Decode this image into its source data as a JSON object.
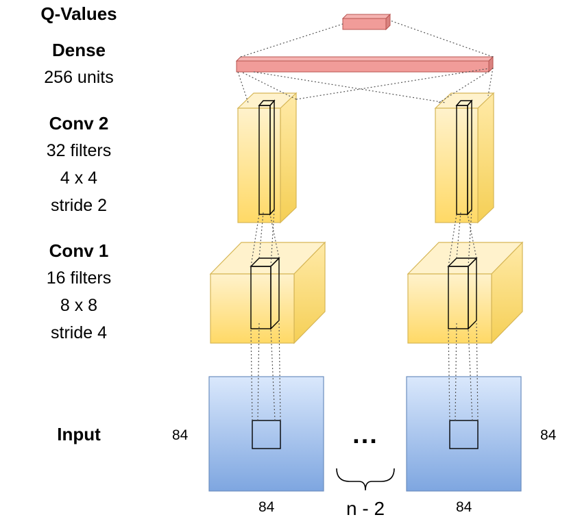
{
  "layers": {
    "qvalues": {
      "title": "Q-Values"
    },
    "dense": {
      "title": "Dense",
      "units": "256 units"
    },
    "conv2": {
      "title": "Conv 2",
      "filters": "32 filters",
      "kernel": "4 x 4",
      "stride": "stride 2"
    },
    "conv1": {
      "title": "Conv 1",
      "filters": "16 filters",
      "kernel": "8 x 8",
      "stride": "stride 4"
    },
    "input": {
      "title": "Input"
    }
  },
  "input_dims": {
    "left_height": "84",
    "left_width": "84",
    "right_height": "84",
    "right_width": "84"
  },
  "stack": {
    "ellipsis": "...",
    "count": "n - 2"
  },
  "colors": {
    "dense_fill": "#f19c99",
    "dense_stroke": "#b85450",
    "conv_fill_top": "#fff2cc",
    "conv_fill_bottom": "#ffd966",
    "conv_stroke": "#d6b656",
    "input_fill_top": "#dae8fc",
    "input_fill_bottom": "#7ea6e0",
    "input_stroke": "#6c8ebf"
  }
}
